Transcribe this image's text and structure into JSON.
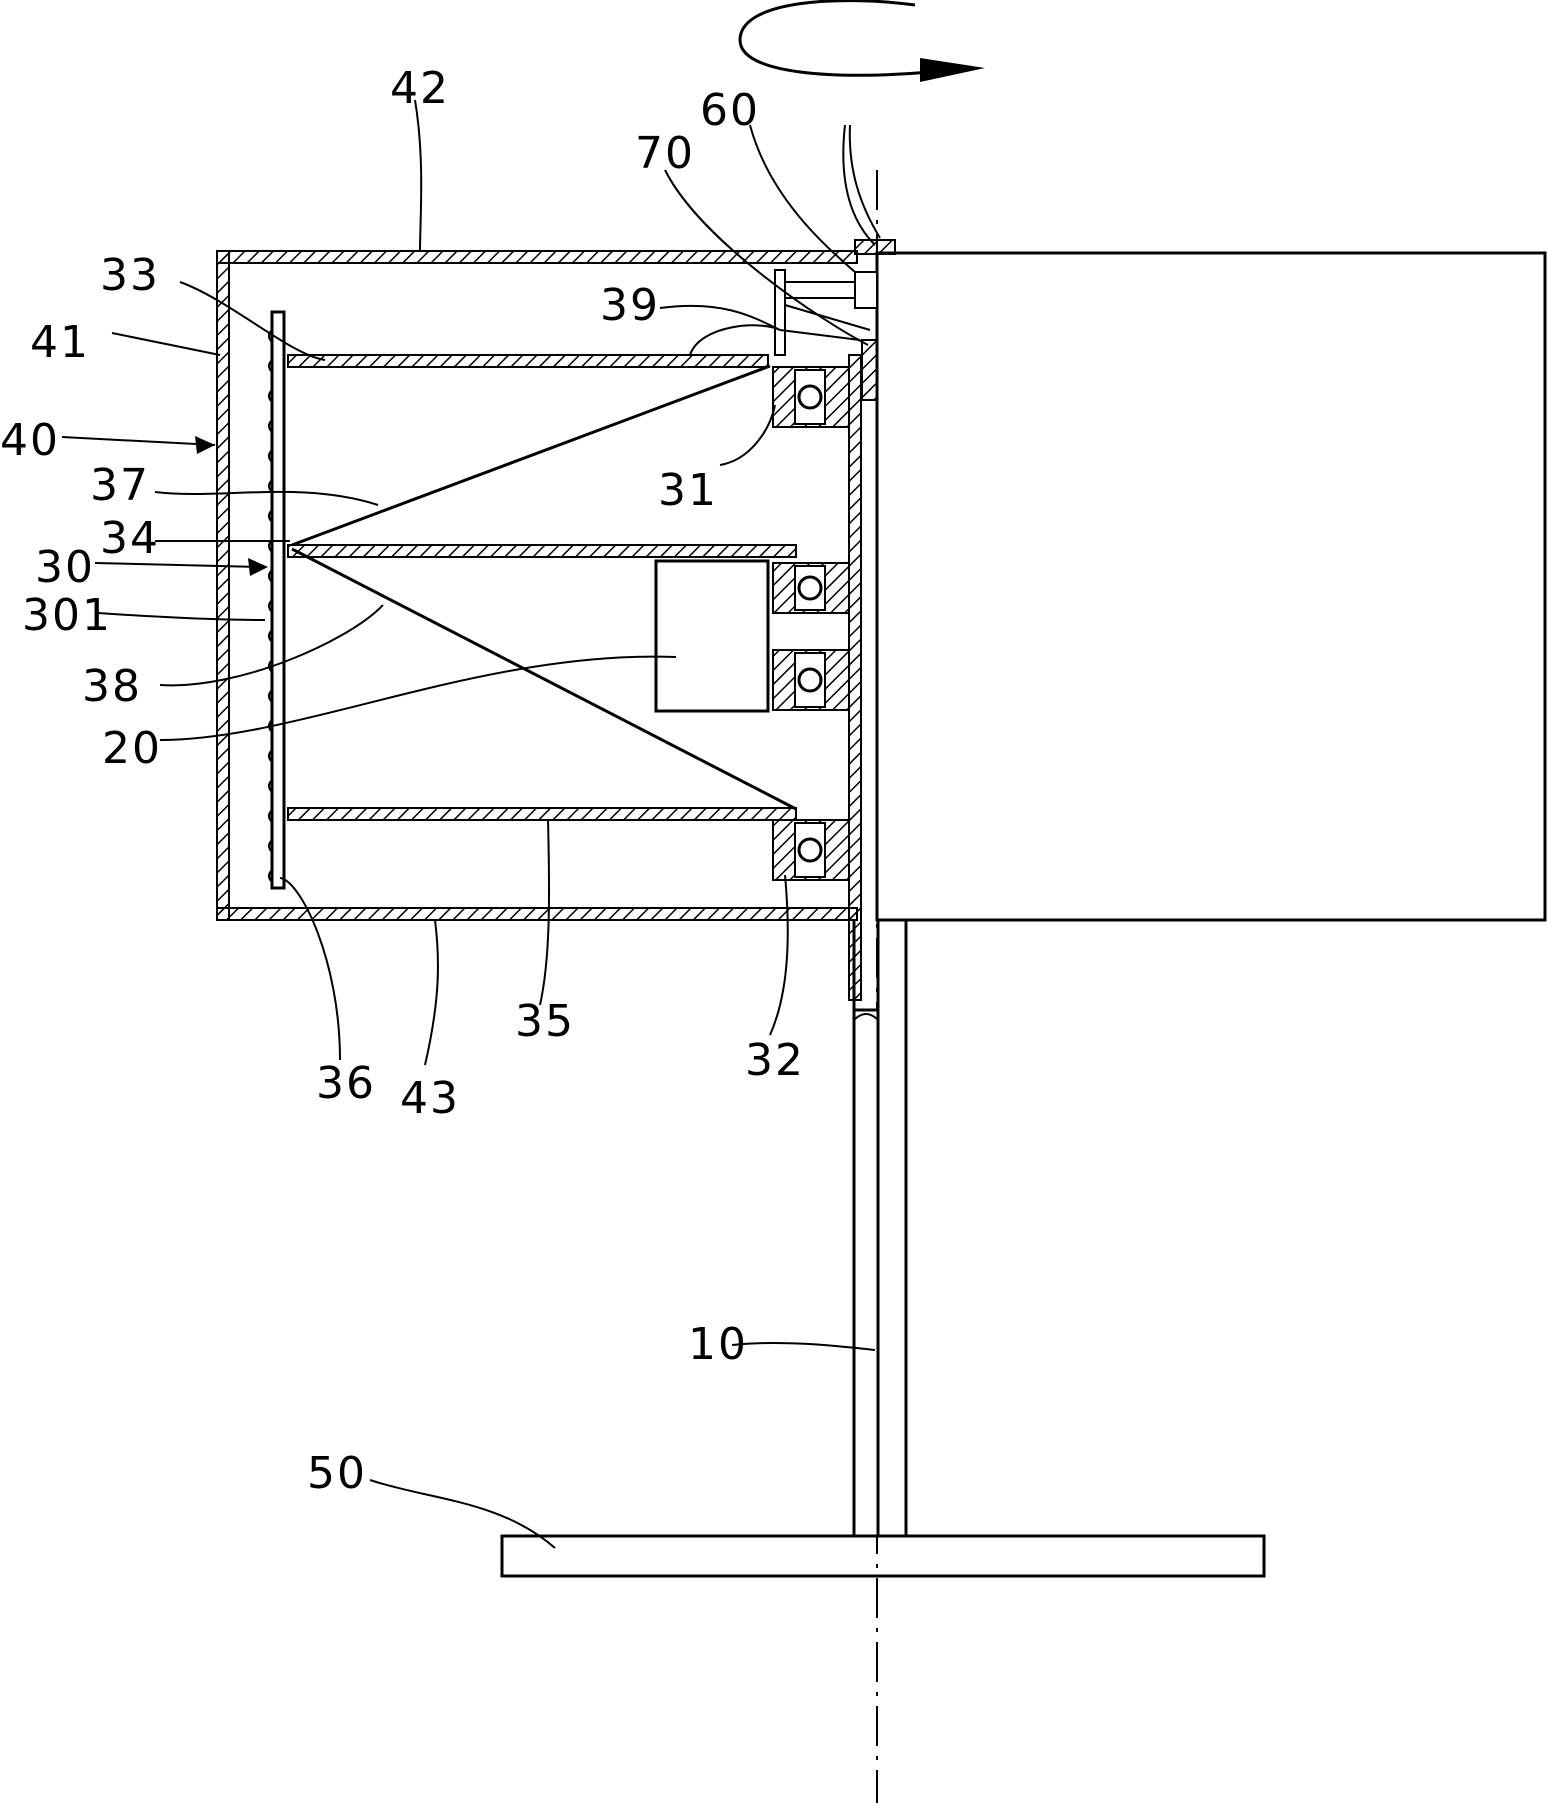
{
  "figure": {
    "labels": [
      {
        "id": "42",
        "text": "42"
      },
      {
        "id": "60",
        "text": "60"
      },
      {
        "id": "70",
        "text": "70"
      },
      {
        "id": "33",
        "text": "33"
      },
      {
        "id": "39",
        "text": "39"
      },
      {
        "id": "41",
        "text": "41"
      },
      {
        "id": "40",
        "text": "40"
      },
      {
        "id": "31",
        "text": "31"
      },
      {
        "id": "37",
        "text": "37"
      },
      {
        "id": "34",
        "text": "34"
      },
      {
        "id": "30",
        "text": "30"
      },
      {
        "id": "301",
        "text": "301"
      },
      {
        "id": "38",
        "text": "38"
      },
      {
        "id": "20",
        "text": "20"
      },
      {
        "id": "36",
        "text": "36"
      },
      {
        "id": "43",
        "text": "43"
      },
      {
        "id": "35",
        "text": "35"
      },
      {
        "id": "32",
        "text": "32"
      },
      {
        "id": "10",
        "text": "10"
      },
      {
        "id": "50",
        "text": "50"
      }
    ]
  }
}
